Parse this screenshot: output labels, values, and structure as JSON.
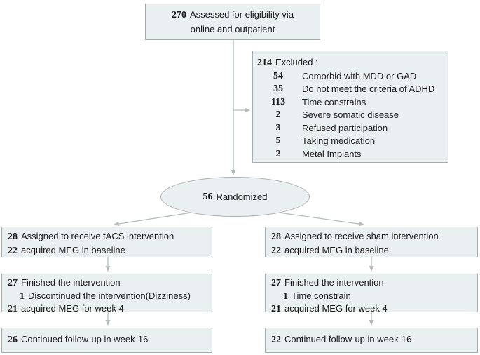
{
  "colors": {
    "box_fill": "#eaeff1",
    "box_border": "#a5acac",
    "arrow": "#b4bcbc",
    "text": "#1b1b1b"
  },
  "nodes": {
    "eligibility": {
      "num": "270",
      "text": "Assessed for eligibility via",
      "text2": "online and outpatient"
    },
    "excluded": {
      "num": "214",
      "label": "Excluded :",
      "items": [
        {
          "num": "54",
          "label": "Comorbid with MDD or GAD"
        },
        {
          "num": "35",
          "label": "Do not meet the criteria of ADHD"
        },
        {
          "num": "113",
          "label": "Time constrains"
        },
        {
          "num": "2",
          "label": "Severe somatic disease"
        },
        {
          "num": "3",
          "label": "Refused participation"
        },
        {
          "num": "5",
          "label": "Taking medication"
        },
        {
          "num": "2",
          "label": "Metal Implants"
        }
      ]
    },
    "randomized": {
      "num": "56",
      "label": "Randomized"
    },
    "tacs_assigned": {
      "lines": [
        {
          "num": "28",
          "text": "Assigned to receive tACS intervention"
        },
        {
          "num": "22",
          "text": "acquired MEG in baseline"
        }
      ]
    },
    "sham_assigned": {
      "lines": [
        {
          "num": "28",
          "text": "Assigned to receive sham intervention"
        },
        {
          "num": "22",
          "text": "acquired MEG in baseline"
        }
      ]
    },
    "tacs_week4": {
      "lines": [
        {
          "num": "27",
          "text": "Finished the intervention"
        },
        {
          "num": "1",
          "text": "Discontinued the intervention(Dizziness)"
        },
        {
          "num": "21",
          "text": "acquired MEG for week 4"
        }
      ]
    },
    "sham_week4": {
      "lines": [
        {
          "num": "27",
          "text": "Finished the intervention"
        },
        {
          "num": "1",
          "text": "Time constrain"
        },
        {
          "num": "21",
          "text": "acquired MEG for week 4"
        }
      ]
    },
    "tacs_followup": {
      "lines": [
        {
          "num": "26",
          "text": "Continued follow-up in week-16"
        }
      ]
    },
    "sham_followup": {
      "lines": [
        {
          "num": "22",
          "text": "Continued follow-up in week-16"
        }
      ]
    }
  }
}
